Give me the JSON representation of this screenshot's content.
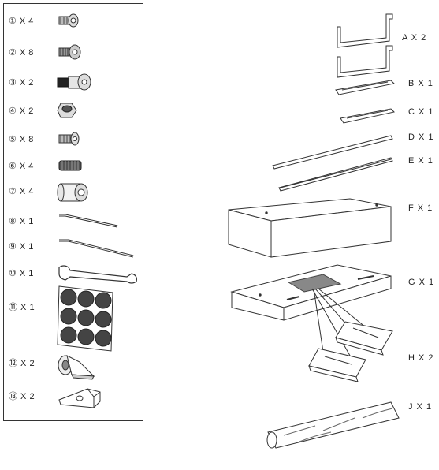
{
  "hardware": [
    {
      "label": "① X 4",
      "icon": "short-bolt-icon"
    },
    {
      "label": "② X 8",
      "icon": "button-bolt-icon"
    },
    {
      "label": "③ X 2",
      "icon": "shoulder-bolt-icon"
    },
    {
      "label": "④ X 2",
      "icon": "nut-icon"
    },
    {
      "label": "⑤ X 8",
      "icon": "flat-head-screw-icon"
    },
    {
      "label": "⑥ X 4",
      "icon": "set-screw-icon"
    },
    {
      "label": "⑦ X 4",
      "icon": "barrel-nut-icon"
    },
    {
      "label": "⑧ X 1",
      "icon": "hex-key-short-icon"
    },
    {
      "label": "⑨ X 1",
      "icon": "hex-key-long-icon"
    },
    {
      "label": "⑩ X 1",
      "icon": "wrench-icon"
    },
    {
      "label": "⑪ X 1",
      "icon": "felt-pads-icon"
    },
    {
      "label": "⑫ X 2",
      "icon": "caster-wheel-icon"
    },
    {
      "label": "⑬ X 2",
      "icon": "mounting-bracket-icon"
    }
  ],
  "parts": [
    {
      "label": "A X 2",
      "name": "leg-frame"
    },
    {
      "label": "B X 1",
      "name": "upper-rail"
    },
    {
      "label": "C X 1",
      "name": "lower-rail"
    },
    {
      "label": "D X 1",
      "name": "long-bar"
    },
    {
      "label": "E X 1",
      "name": "long-channel"
    },
    {
      "label": "F X 1",
      "name": "top-panel"
    },
    {
      "label": "G X 1",
      "name": "keyboard-panel"
    },
    {
      "label": "H X 2",
      "name": "drawer-tray"
    },
    {
      "label": "J X 1",
      "name": "cylinder-rod"
    }
  ]
}
